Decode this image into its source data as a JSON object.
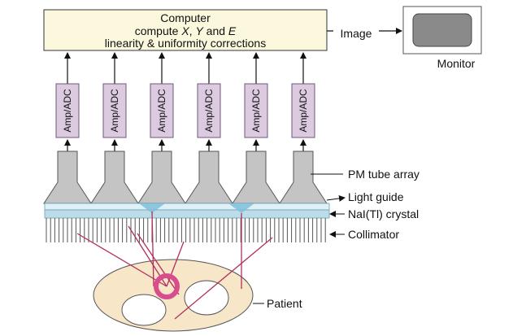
{
  "computer": {
    "line1": "Computer",
    "line2_prefix": "compute ",
    "line2_x": "X",
    "line2_sep": ", ",
    "line2_y": "Y",
    "line2_and": " and ",
    "line2_e": "E",
    "line3": "linearity & uniformity corrections"
  },
  "image_label": "Image",
  "monitor_label": "Monitor",
  "amp_label": "Amp/ADC",
  "amp_count": 6,
  "labels": {
    "pm_tube": "PM tube array",
    "light_guide": "Light guide",
    "crystal": "NaI(Tl) crystal",
    "collimator": "Collimator",
    "patient": "Patient"
  },
  "colors": {
    "computer_fill": "#fbf8dd",
    "amp_fill": "#dccbe0",
    "pmt_fill": "#c4c4c4",
    "light_guide_fill": "#dff0f6",
    "crystal_fill": "#bcdce8",
    "patient_fill": "#f8e6c9",
    "organ_color": "#d84d8c",
    "ray_color": "#b0305e",
    "monitor_screen": "#8a8a8a"
  }
}
